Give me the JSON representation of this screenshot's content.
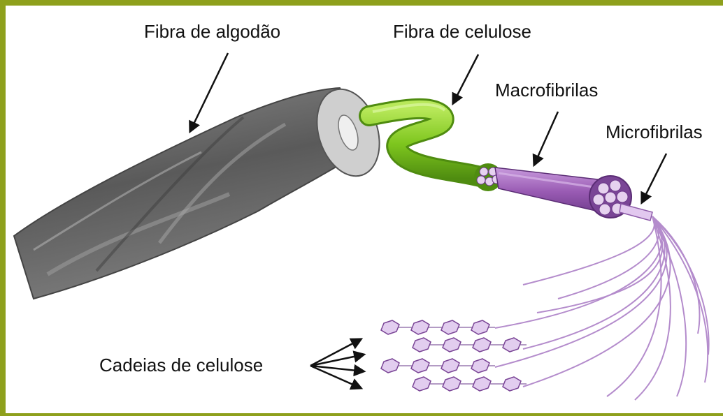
{
  "labels": {
    "cotton_fiber": "Fibra de algodão",
    "cellulose_fiber": "Fibra de celulose",
    "macrofibrils": "Macrofibrilas",
    "microfibrils": "Microfibrilas",
    "cellulose_chains": "Cadeias de celulose"
  },
  "colors": {
    "frame": "#8ea01c",
    "cotton": "#6f6f6f",
    "cellulose_fiber": "#7ec61e",
    "macrofibril": "#9a5cb4",
    "microfibril": "#c9a4dc",
    "chain_ring": "#a27cc0"
  }
}
